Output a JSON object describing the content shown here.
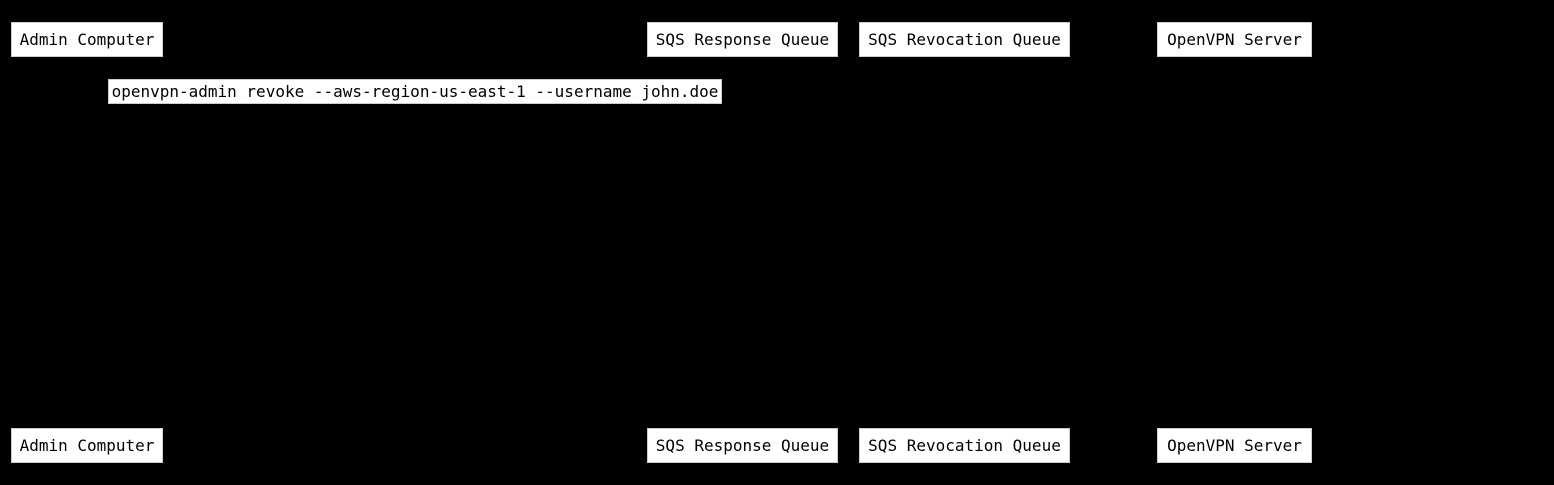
{
  "diagram": {
    "type": "sequence-diagram",
    "colors": {
      "background": "#000000",
      "node_fill": "#ffffff",
      "node_text": "#000000",
      "node_edge": "#cccccc"
    },
    "actors": [
      {
        "label": "Admin Computer"
      },
      {
        "label": "SQS Response Queue"
      },
      {
        "label": "SQS Revocation Queue"
      },
      {
        "label": "OpenVPN Server"
      }
    ],
    "message": {
      "text": "openvpn-admin revoke --aws-region-us-east-1 --username john.doe"
    }
  }
}
